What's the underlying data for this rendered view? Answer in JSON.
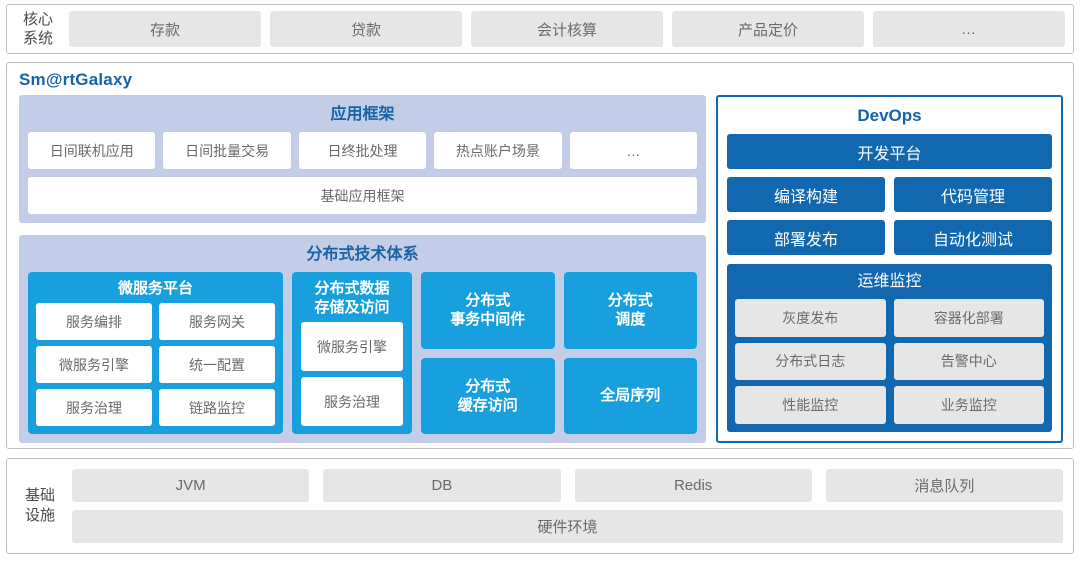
{
  "colors": {
    "bright_blue": "#17a0dd",
    "dark_blue": "#1168ae",
    "title_blue": "#1763a8",
    "lavender": "#c4cde8",
    "gray_chip": "#e6e6e6",
    "gray_text": "#6a6a6a"
  },
  "core_system": {
    "label": "核心\n系统",
    "label_line1": "核心",
    "label_line2": "系统",
    "items": [
      {
        "label": "存款"
      },
      {
        "label": "贷款"
      },
      {
        "label": "会计核算"
      },
      {
        "label": "产品定价"
      },
      {
        "label": "…"
      }
    ]
  },
  "galaxy": {
    "title": "Sm@rtGalaxy",
    "app_framework": {
      "title": "应用框架",
      "items": [
        {
          "label": "日间联机应用"
        },
        {
          "label": "日间批量交易"
        },
        {
          "label": "日终批处理"
        },
        {
          "label": "热点账户场景"
        },
        {
          "label": "…"
        }
      ],
      "base": {
        "label": "基础应用框架"
      }
    },
    "distributed": {
      "title": "分布式技术体系",
      "microservice": {
        "title": "微服务平台",
        "items": [
          {
            "label": "服务编排"
          },
          {
            "label": "服务网关"
          },
          {
            "label": "微服务引擎"
          },
          {
            "label": "统一配置"
          },
          {
            "label": "服务治理"
          },
          {
            "label": "链路监控"
          }
        ]
      },
      "data_store": {
        "title_line1": "分布式数据",
        "title_line2": "存储及访问",
        "items": [
          {
            "label": "微服务引擎"
          },
          {
            "label": "服务治理"
          }
        ]
      },
      "col3": [
        {
          "line1": "分布式",
          "line2": "事务中间件"
        },
        {
          "line1": "分布式",
          "line2": "缓存访问"
        }
      ],
      "col4": [
        {
          "line1": "分布式",
          "line2": "调度"
        },
        {
          "line1": "全局序列",
          "line2": ""
        }
      ]
    }
  },
  "devops": {
    "title": "DevOps",
    "platform": {
      "label": "开发平台"
    },
    "items": [
      {
        "label": "编译构建"
      },
      {
        "label": "代码管理"
      },
      {
        "label": "部署发布"
      },
      {
        "label": "自动化测试"
      }
    ],
    "ops": {
      "title": "运维监控",
      "items": [
        {
          "label": "灰度发布"
        },
        {
          "label": "容器化部署"
        },
        {
          "label": "分布式日志"
        },
        {
          "label": "告警中心"
        },
        {
          "label": "性能监控"
        },
        {
          "label": "业务监控"
        }
      ]
    }
  },
  "infrastructure": {
    "label_line1": "基础",
    "label_line2": "设施",
    "items": [
      {
        "label": "JVM"
      },
      {
        "label": "DB"
      },
      {
        "label": "Redis"
      },
      {
        "label": "消息队列"
      }
    ],
    "hardware": {
      "label": "硬件环境"
    }
  }
}
